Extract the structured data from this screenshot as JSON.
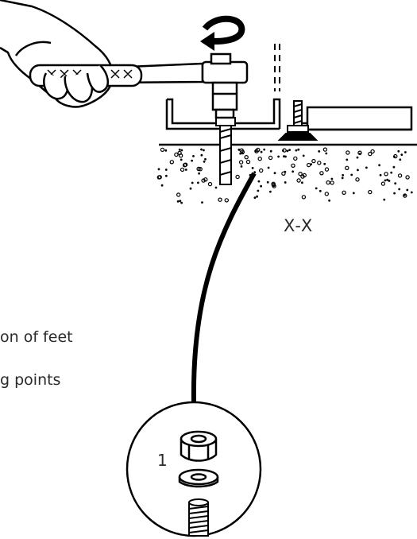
{
  "diagram": {
    "captions": [
      "on of feet",
      "g points"
    ],
    "section_label": "X-X",
    "callout_number": "1",
    "colors": {
      "line": "#000000",
      "text": "#2a2a2a",
      "background": "#ffffff"
    },
    "icons": [
      "hand-icon",
      "rotate-arrow-icon",
      "ratchet-wrench-icon",
      "washer-icon",
      "nut-icon",
      "threaded-rod-icon"
    ]
  }
}
